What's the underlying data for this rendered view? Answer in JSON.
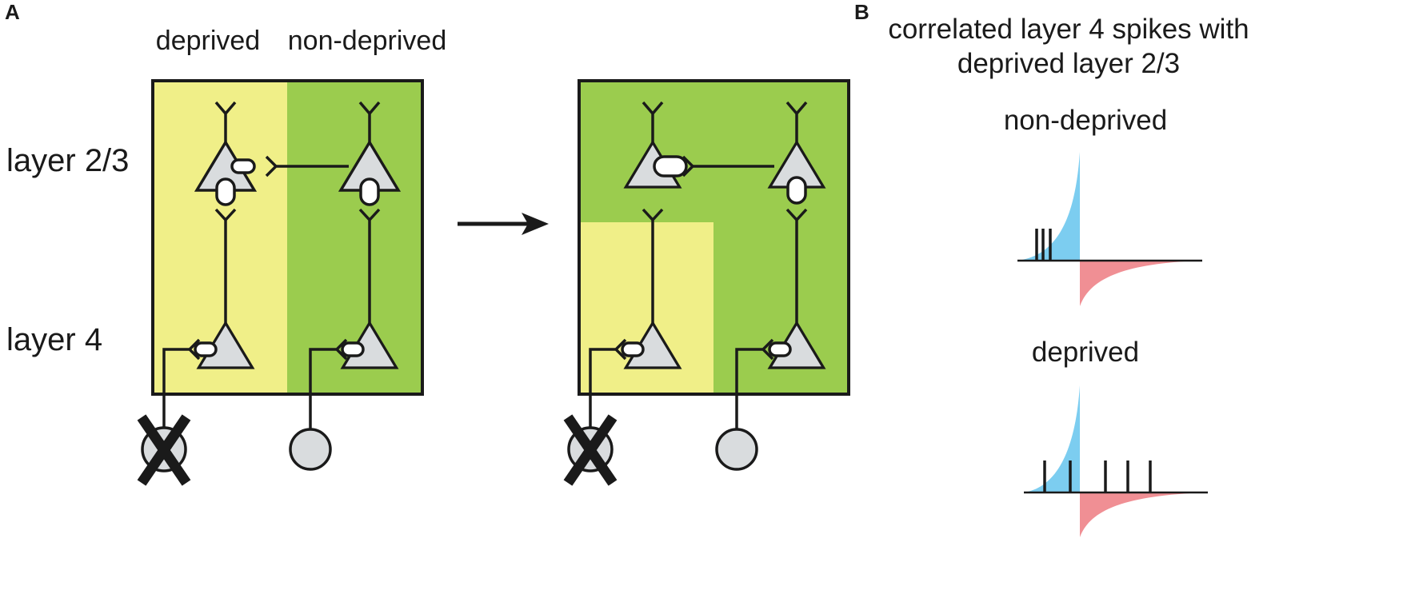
{
  "panel_a": {
    "letter": "A",
    "column_labels": {
      "deprived": "deprived",
      "non_deprived": "non-deprived"
    },
    "row_labels": {
      "layer_2_3": "layer 2/3",
      "layer_4": "layer 4"
    }
  },
  "panel_b": {
    "letter": "B",
    "title_line1": "correlated layer 4 spikes with",
    "title_line2": "deprived layer 2/3",
    "top_label": "non-deprived",
    "bottom_label": "deprived"
  },
  "colors": {
    "deprived_zone": "#f0ef88",
    "non_deprived_zone": "#9bcc4e",
    "ltp_window": "#7ccdf0",
    "ltd_window": "#f08f94",
    "neuron_fill": "#d9dcde"
  }
}
